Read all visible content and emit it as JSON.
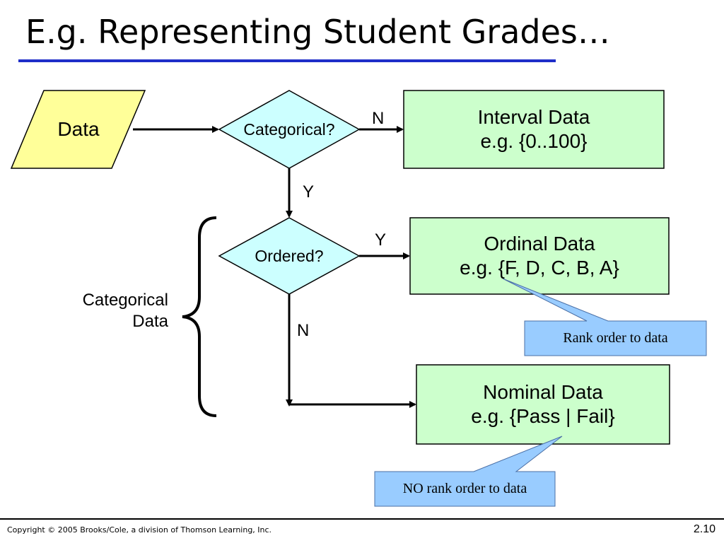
{
  "title": "E.g. Representing Student Grades…",
  "nodes": {
    "data": "Data",
    "categorical_decision": "Categorical?",
    "ordered_decision": "Ordered?",
    "interval": {
      "line1": "Interval Data",
      "line2": "e.g. {0..100}"
    },
    "ordinal": {
      "line1": "Ordinal Data",
      "line2": "e.g. {F, D, C, B, A}"
    },
    "nominal": {
      "line1": "Nominal Data",
      "line2": "e.g. {Pass | Fail}"
    }
  },
  "edge_labels": {
    "categorical_no": "N",
    "categorical_yes": "Y",
    "ordered_yes": "Y",
    "ordered_no": "N"
  },
  "callouts": {
    "ordinal": "Rank order to data",
    "nominal": "NO rank order to data"
  },
  "brace_label": {
    "line1": "Categorical",
    "line2": "Data"
  },
  "footer": {
    "copyright": "Copyright © 2005 Brooks/Cole, a division of Thomson Learning, Inc.",
    "slide_number": "2.10"
  },
  "colors": {
    "title_rule": "#1f2ec9",
    "data_fill": "#ffff99",
    "decision_fill": "#ccffff",
    "result_fill": "#ccffcc",
    "callout_fill": "#99ccff"
  }
}
